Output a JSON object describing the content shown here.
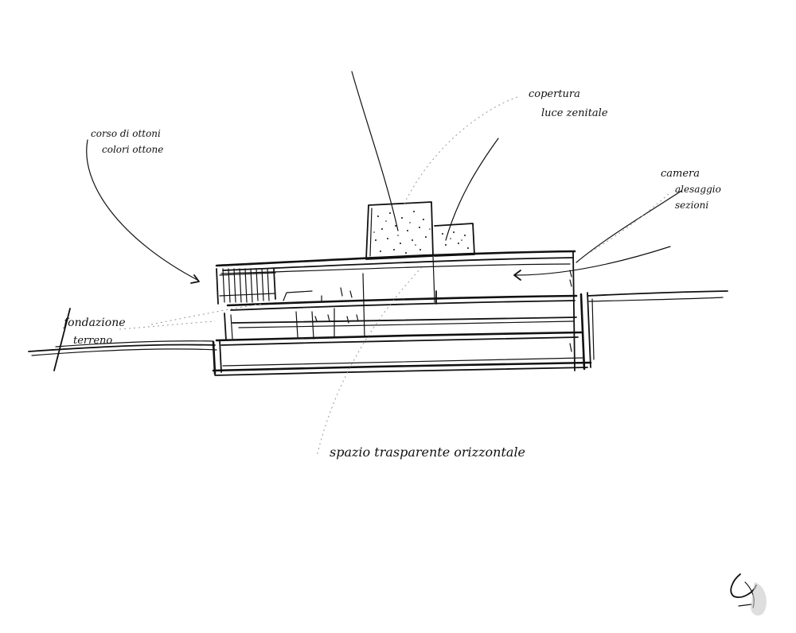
{
  "annotations": {
    "top_left_line1": "corso di ottoni",
    "top_left_line2": "colori ottone",
    "top_center_line1": "copertura",
    "top_center_line2": "luce zenitale",
    "right_line1": "camera",
    "right_line2": "alesaggio",
    "right_line3": "sezioni",
    "left_line1": "fondazione",
    "left_line2": "terreno",
    "bottom_caption": "spazio trasparente orizzontale"
  },
  "colors": {
    "ink": "#111111",
    "paper": "#ffffff",
    "dotted_leader": "#9a9a9a"
  },
  "signature": "signature-mark"
}
